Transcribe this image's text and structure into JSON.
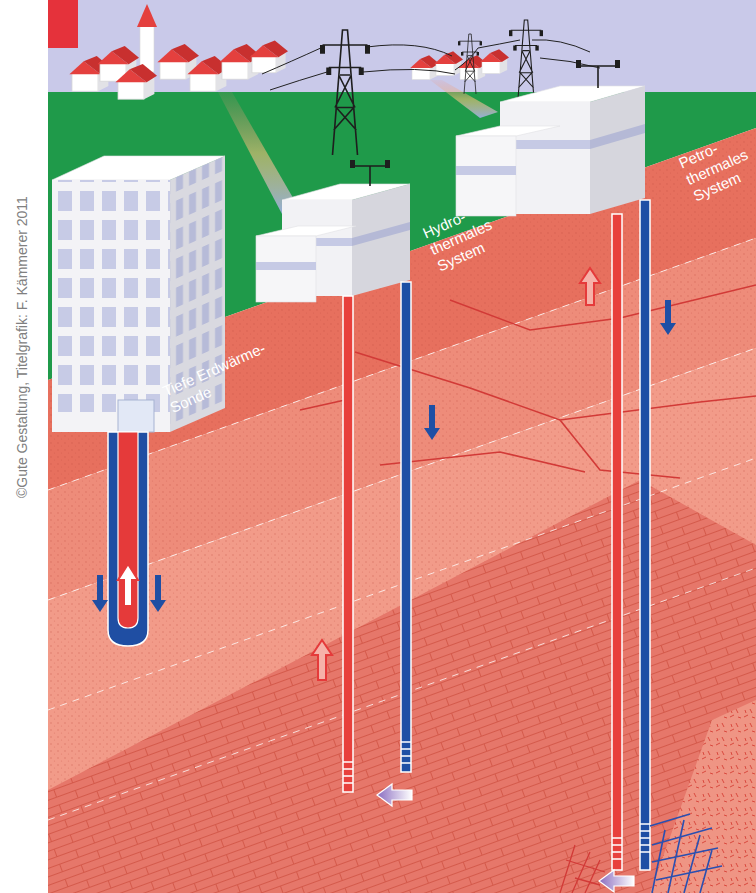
{
  "diagram": {
    "labels": [
      "Tiefe Erdwärme-Sonde",
      "Hydro- thermales System",
      "Petro- thermales System",
      "©Gute Gestaltung, Titelgrafik: F. Kämmerer 2011"
    ]
  }
}
